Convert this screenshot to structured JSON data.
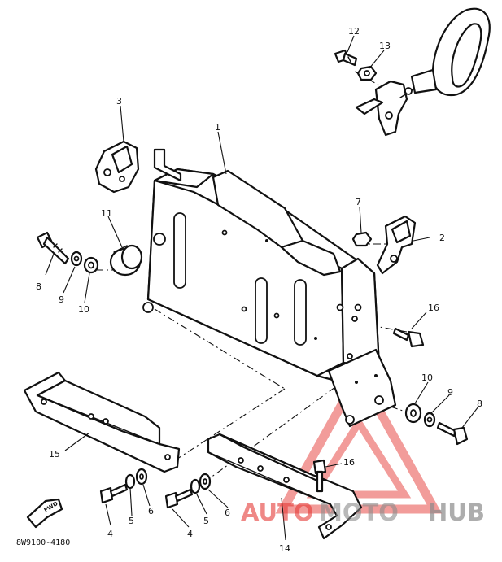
{
  "callouts": [
    {
      "id": "c1",
      "text": "1"
    },
    {
      "id": "c2",
      "text": "2"
    },
    {
      "id": "c3",
      "text": "3"
    },
    {
      "id": "c4a",
      "text": "4"
    },
    {
      "id": "c4b",
      "text": "4"
    },
    {
      "id": "c5a",
      "text": "5"
    },
    {
      "id": "c5b",
      "text": "5"
    },
    {
      "id": "c6a",
      "text": "6"
    },
    {
      "id": "c6b",
      "text": "6"
    },
    {
      "id": "c7",
      "text": "7"
    },
    {
      "id": "c8a",
      "text": "8"
    },
    {
      "id": "c8b",
      "text": "8"
    },
    {
      "id": "c9a",
      "text": "9"
    },
    {
      "id": "c9b",
      "text": "9"
    },
    {
      "id": "c10a",
      "text": "10"
    },
    {
      "id": "c10b",
      "text": "10"
    },
    {
      "id": "c11",
      "text": "11"
    },
    {
      "id": "c12",
      "text": "12"
    },
    {
      "id": "c13",
      "text": "13"
    },
    {
      "id": "c14",
      "text": "14"
    },
    {
      "id": "c15",
      "text": "15"
    },
    {
      "id": "c16a",
      "text": "16"
    },
    {
      "id": "c16b",
      "text": "16"
    }
  ],
  "diagram_code": "8W9100-4180",
  "front_arrow_label": "FWD",
  "watermark": {
    "word_auto": "AUTO",
    "word_moto": "MOTO",
    "word_hub": "HUB",
    "color_red": "#e53935",
    "color_gray": "#8a8a8a"
  }
}
